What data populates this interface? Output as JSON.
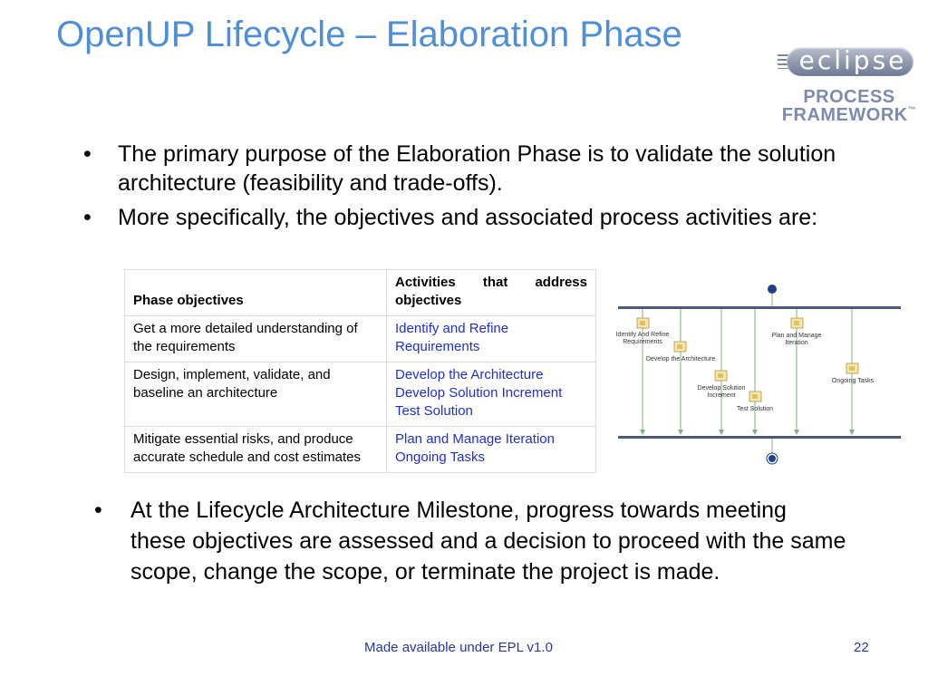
{
  "title": "OpenUP Lifecycle – Elaboration Phase",
  "logo": {
    "word": "eclipse",
    "line1": "PROCESS",
    "line2": "FRAMEWORK",
    "trademark": "™"
  },
  "bullets": [
    "The primary purpose of the Elaboration Phase is to validate the solution architecture (feasibility and trade-offs).",
    "More specifically, the objectives and associated process activities are:"
  ],
  "bullet_char": "•",
  "table": {
    "headers": [
      "Phase objectives",
      "Activities that address objectives"
    ],
    "rows": [
      {
        "objective": "Get a more detailed understanding of the requirements",
        "activities": [
          "Identify and Refine Requirements"
        ]
      },
      {
        "objective": "Design, implement, validate, and baseline an architecture",
        "activities": [
          "Develop the Architecture",
          "Develop Solution Increment",
          "Test Solution"
        ]
      },
      {
        "objective": "Mitigate essential risks, and produce accurate schedule and cost estimates",
        "activities": [
          "Plan and Manage Iteration",
          "Ongoing Tasks"
        ]
      }
    ]
  },
  "diagram": {
    "nodes": [
      "Identify And Refine Requirements",
      "Develop the Architecture",
      "Develop Solution Increment",
      "Test Solution",
      "Plan and Manage Iteration",
      "Ongoing Tasks"
    ]
  },
  "closing_bullet": "At the Lifecycle Architecture Milestone, progress towards meeting these objectives are assessed and a decision to proceed with the same scope, change the scope, or terminate the project is made.",
  "footer": {
    "text": "Made available under EPL v1.0",
    "page": "22"
  },
  "colors": {
    "title": "#4f8fd8",
    "link": "#1f2fcf",
    "footer": "#2a35a0",
    "flow_line": "#7fb17f",
    "bar": "#4a5a78"
  }
}
